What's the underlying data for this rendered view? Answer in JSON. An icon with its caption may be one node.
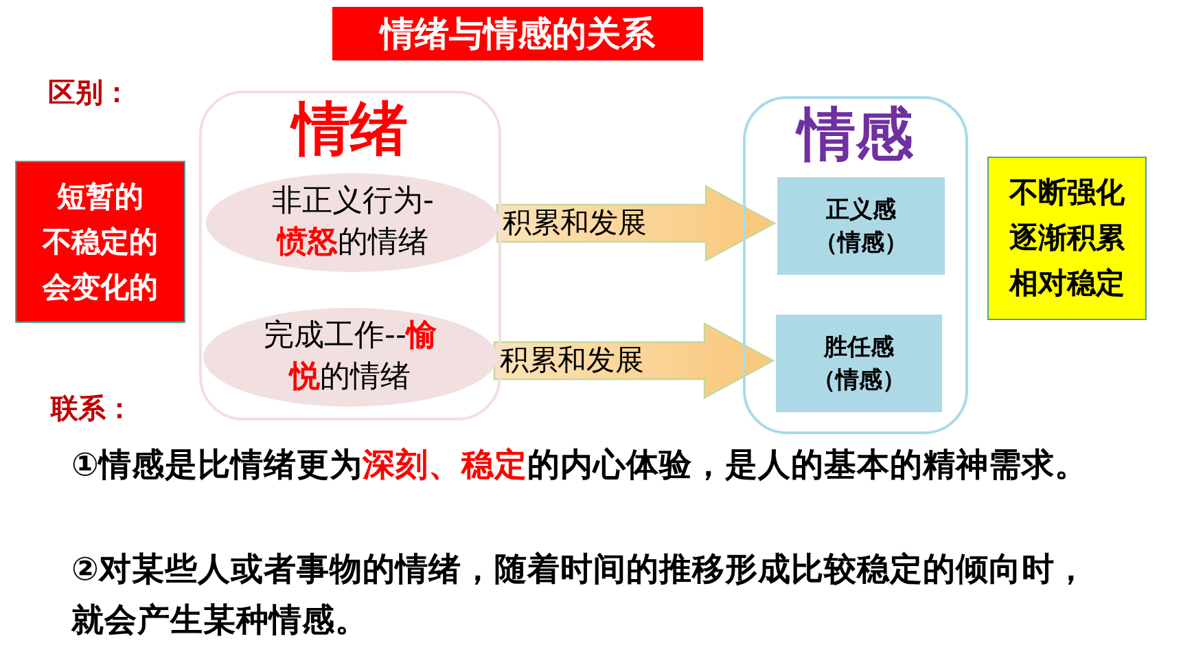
{
  "diagram": {
    "title": "情绪与情感的关系",
    "nodes": [
      {
        "text": [
          "短暂的",
          "不稳定的",
          "会变化的"
        ]
      },
      {
        "text": [
          "情绪"
        ]
      },
      {
        "text": [
          "非正义行为-**愤怒**的情绪"
        ],
        "in": 1
      },
      {
        "text": [
          "完成工作--**愉悦**的情绪"
        ],
        "in": 1
      },
      {
        "text": [
          "情感"
        ]
      },
      {
        "text": [
          "正义感",
          "（情感）"
        ],
        "in": 4
      },
      {
        "text": [
          "胜任感",
          "（情感）"
        ],
        "in": 4
      },
      {
        "text": [
          "不断强化",
          "逐渐积累",
          "相对稳定"
        ]
      }
    ],
    "edges": [
      {
        "from": 2,
        "to": 5,
        "arrow": "to",
        "label": "积累和发展"
      },
      {
        "from": 3,
        "to": 6,
        "arrow": "to",
        "label": "积累和发展"
      }
    ],
    "labels": [
      "区别：",
      "联系：",
      "①情感是比情绪更为**深刻、稳定**的内心体验，是人的基本的精神需求。",
      "②对某些人或者事物的情绪，随着时间的推移形成比较稳定的倾向时，就会产生某种情感。"
    ]
  }
}
